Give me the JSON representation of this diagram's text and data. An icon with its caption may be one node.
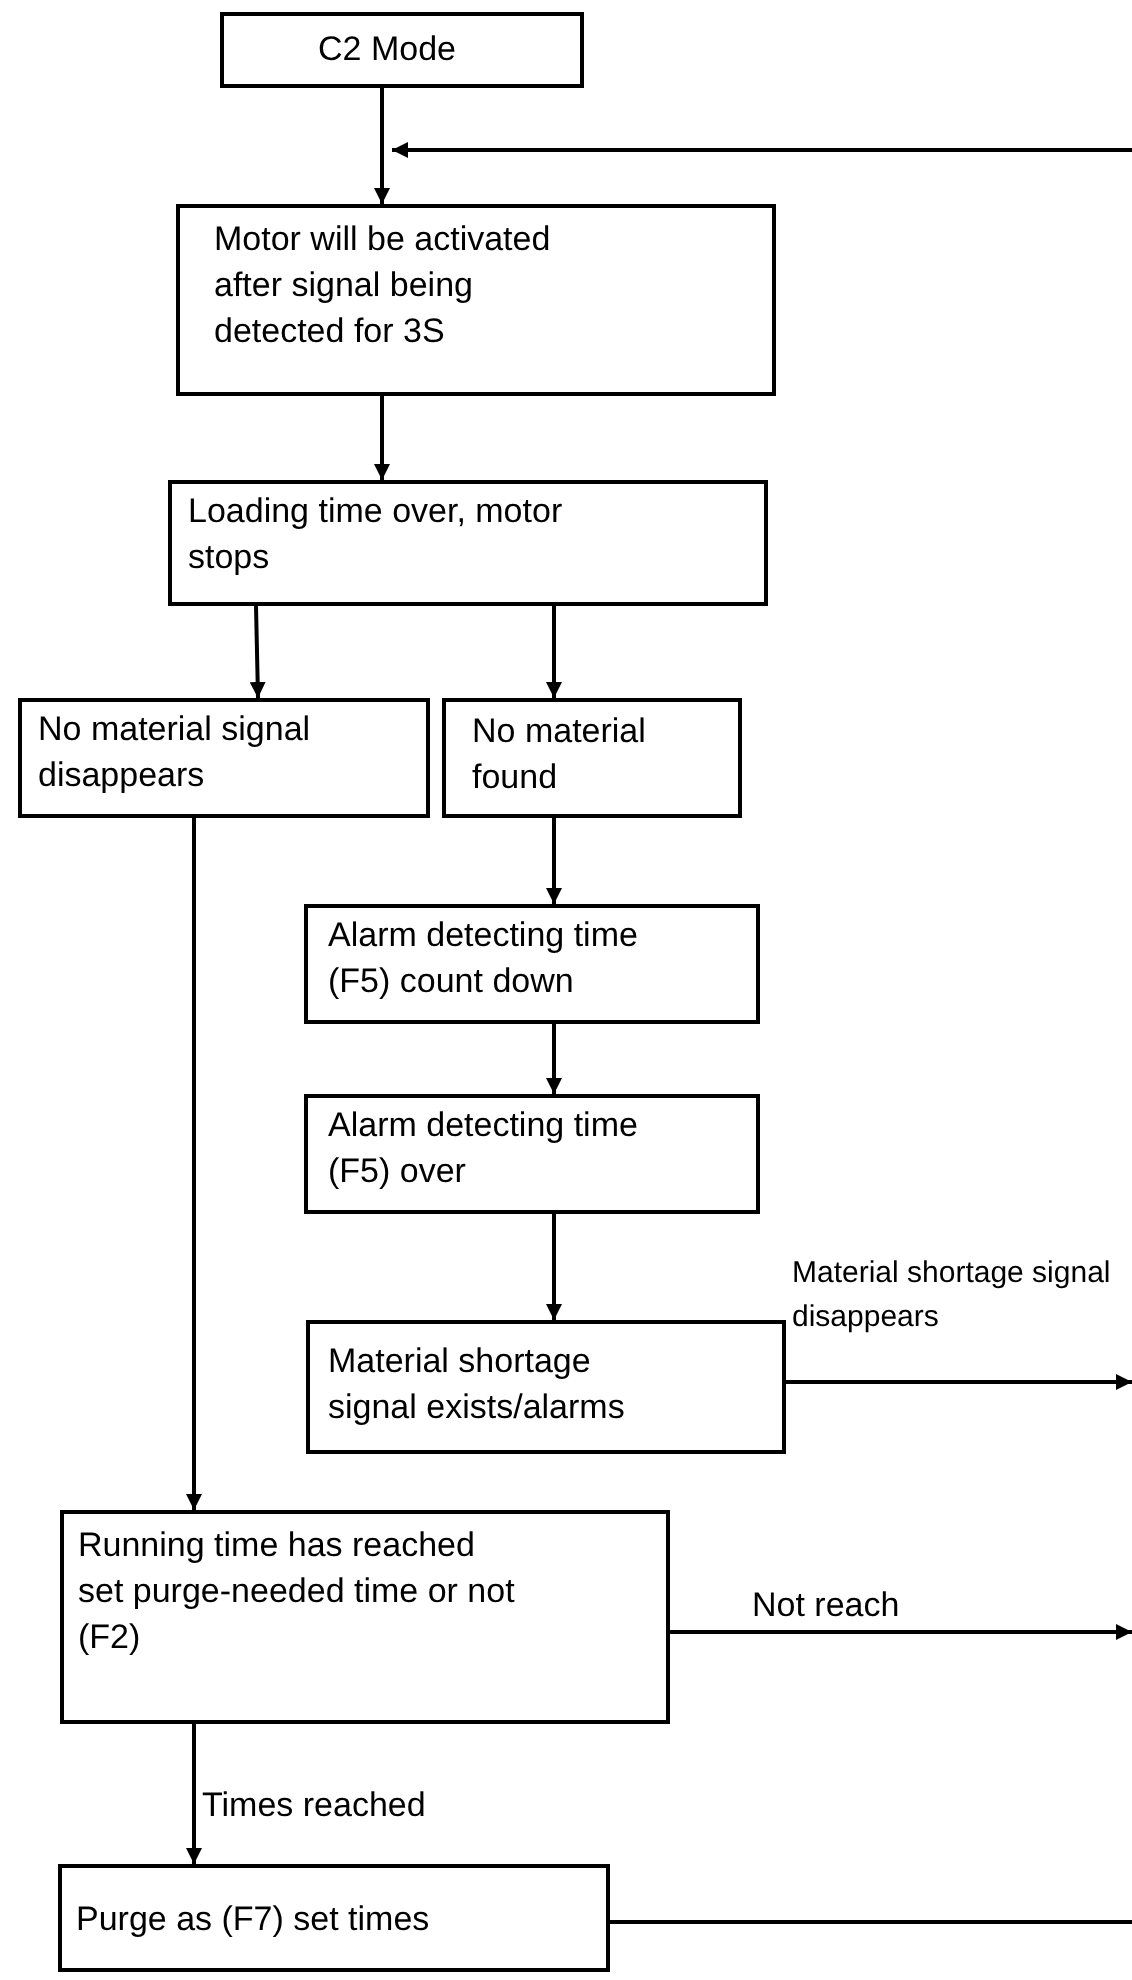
{
  "diagram": {
    "nodes": [
      {
        "text": [
          "C2 Mode"
        ]
      },
      {
        "text": [
          "Motor will be activated after signal being detected for 3S"
        ]
      },
      {
        "text": [
          "Loading time over, motor stops"
        ]
      },
      {
        "text": [
          "No material signal disappears"
        ]
      },
      {
        "text": [
          "No material found"
        ]
      },
      {
        "text": [
          "Alarm detecting time (F5) count down"
        ]
      },
      {
        "text": [
          "Alarm detecting time (F5) over"
        ]
      },
      {
        "text": [
          "Material shortage signal exists/alarms"
        ]
      },
      {
        "text": [
          "Running time has reached set purge-needed time or not (F2)"
        ]
      },
      {
        "text": [
          "Purge as (F7) set times"
        ]
      }
    ],
    "edges": [
      {
        "from": 0,
        "to": 1,
        "arrow": "to"
      },
      {
        "from": null,
        "to": 1,
        "arrow": "to"
      },
      {
        "from": 1,
        "to": 2,
        "arrow": "to"
      },
      {
        "from": 2,
        "to": 3,
        "arrow": "to"
      },
      {
        "from": 2,
        "to": 4,
        "arrow": "to"
      },
      {
        "from": 4,
        "to": 5,
        "arrow": "to"
      },
      {
        "from": 5,
        "to": 6,
        "arrow": "to"
      },
      {
        "from": 6,
        "to": 7,
        "arrow": "to"
      },
      {
        "from": 7,
        "to": null,
        "arrow": "to",
        "label": "Material shortage signal disappears"
      },
      {
        "from": 3,
        "to": 8,
        "arrow": "to"
      },
      {
        "from": 8,
        "to": null,
        "arrow": "to",
        "label": "Not reach"
      },
      {
        "from": 8,
        "to": 9,
        "arrow": "to",
        "label": "Times reached"
      },
      {
        "from": 9,
        "to": null,
        "arrow": "none"
      }
    ]
  }
}
